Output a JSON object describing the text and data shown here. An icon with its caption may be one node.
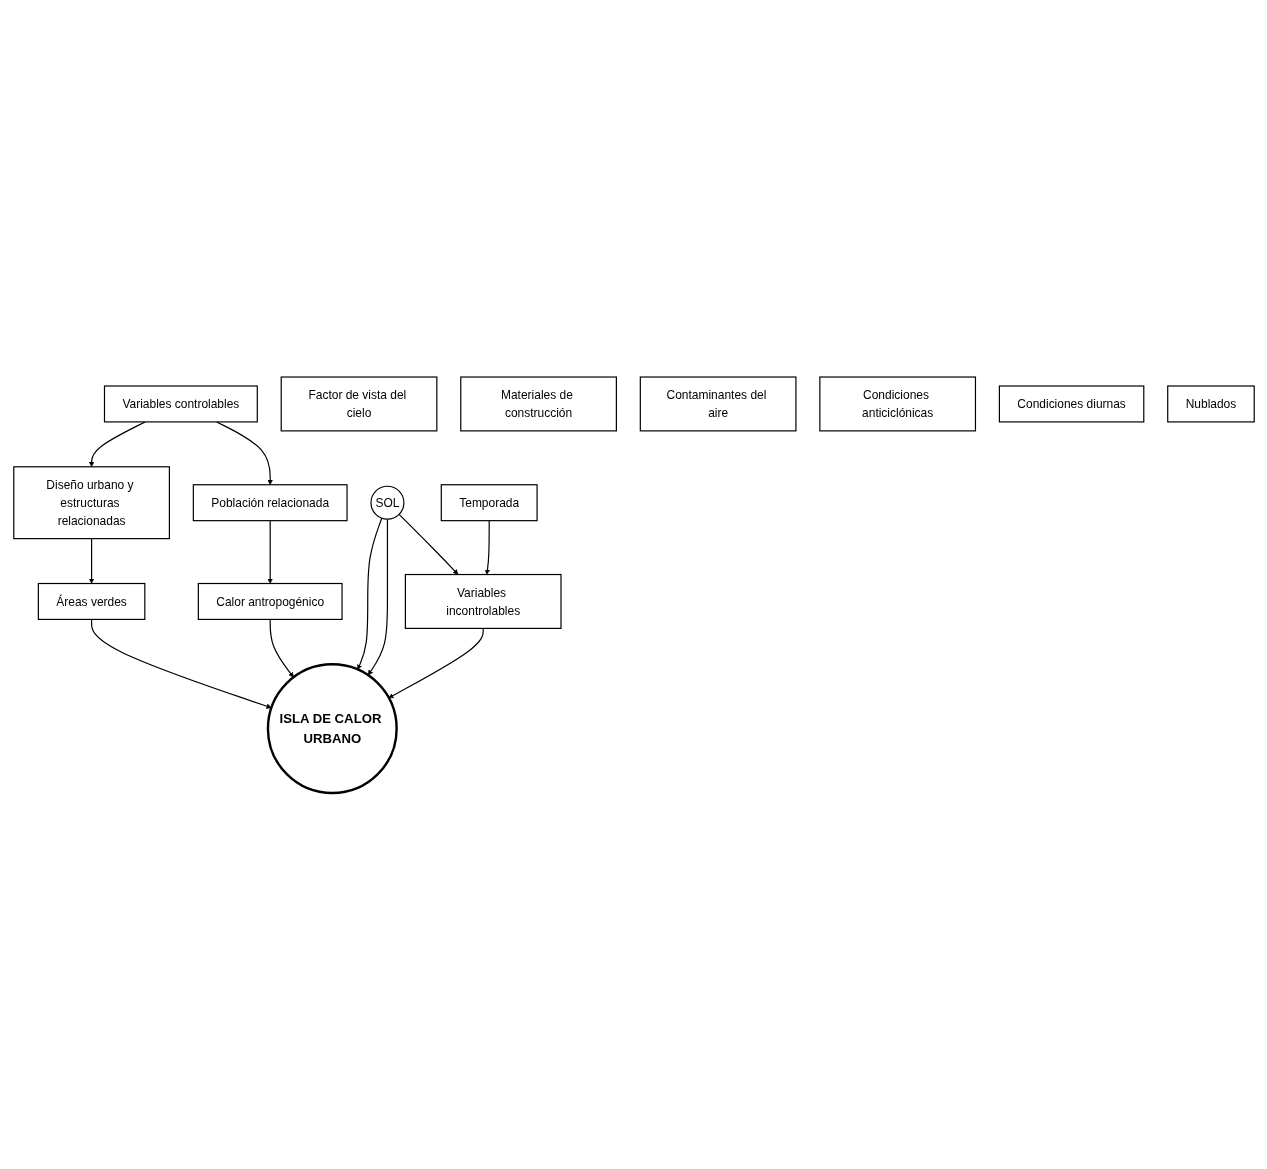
{
  "diagram": {
    "nodes": [
      {
        "text": [
          "Diseño urbano y estructuras relacionadas"
        ]
      },
      {
        "text": [
          "Variables controlables"
        ]
      },
      {
        "text": [
          "Factor de vista del cielo"
        ]
      },
      {
        "text": [
          "Áreas verdes"
        ]
      },
      {
        "text": [
          "Materiales de construcción"
        ]
      },
      {
        "text": [
          "Población relacionada"
        ]
      },
      {
        "text": [
          "SOL"
        ]
      },
      {
        "text": [
          "ISLA DE CALOR URBANO"
        ]
      },
      {
        "text": [
          "Calor antropogénico"
        ]
      },
      {
        "text": [
          "Contaminantes del aire"
        ]
      },
      {
        "text": [
          "Variables incontrolables"
        ]
      },
      {
        "text": [
          "Condiciones anticiclónicas"
        ]
      },
      {
        "text": [
          "Temporada"
        ]
      },
      {
        "text": [
          "Condiciones diurnas"
        ]
      },
      {
        "text": [
          "Nublados"
        ]
      }
    ],
    "edges": [
      {
        "from": 1,
        "to": 0,
        "arrow": "to"
      },
      {
        "from": 1,
        "to": 5,
        "arrow": "to"
      },
      {
        "from": 0,
        "to": 3,
        "arrow": "to"
      },
      {
        "from": 3,
        "to": 7,
        "arrow": "to"
      },
      {
        "from": 6,
        "to": 7,
        "arrow": "to"
      },
      {
        "from": 6,
        "to": 7,
        "arrow": "to"
      },
      {
        "from": 5,
        "to": 8,
        "arrow": "to"
      },
      {
        "from": 8,
        "to": 7,
        "arrow": "to"
      },
      {
        "from": 6,
        "to": 10,
        "arrow": "to"
      },
      {
        "from": 10,
        "to": 7,
        "arrow": "to"
      },
      {
        "from": 12,
        "to": 10,
        "arrow": "to"
      }
    ]
  }
}
